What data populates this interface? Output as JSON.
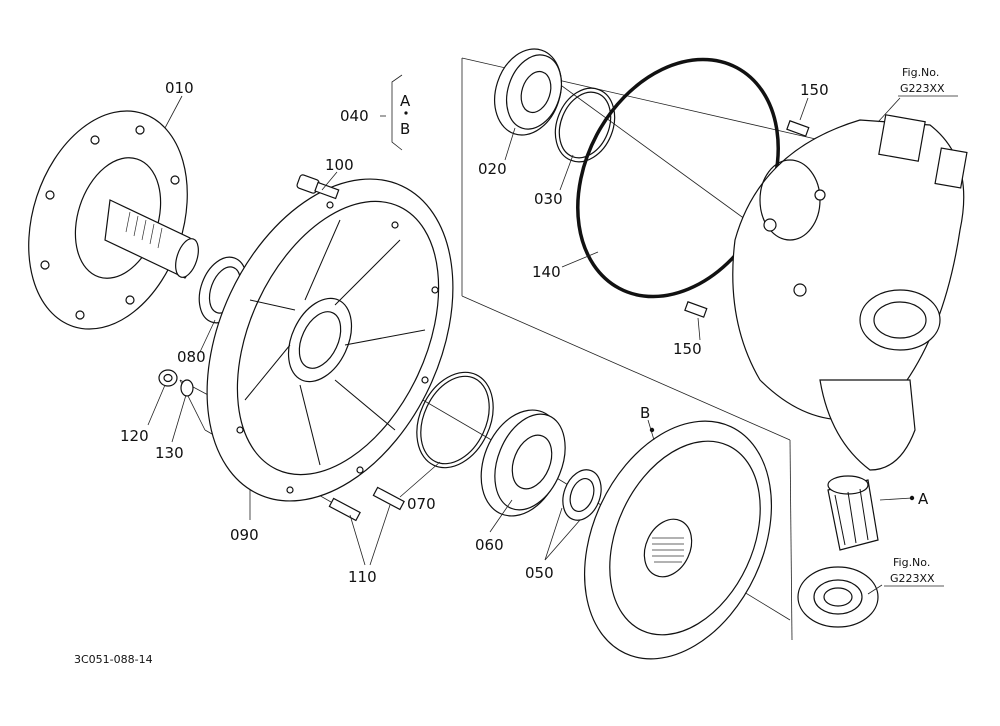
{
  "labels": {
    "p010": "010",
    "p020": "020",
    "p030": "030",
    "p040": "040",
    "p040a": "A",
    "p040b": "B",
    "p050": "050",
    "p060": "060",
    "p070": "070",
    "p080": "080",
    "p090": "090",
    "p100": "100",
    "p110": "110",
    "p120": "120",
    "p130": "130",
    "p140": "140",
    "p150a": "150",
    "p150b": "150",
    "markerA": "A",
    "markerB": "B"
  },
  "fig_refs": [
    {
      "line1": "Fig.No.",
      "line2": "G223XX"
    },
    {
      "line1": "Fig.No.",
      "line2": "G223XX"
    }
  ],
  "footer_code": "3C051-088-14",
  "colors": {
    "ink": "#111111",
    "background": "#ffffff"
  }
}
